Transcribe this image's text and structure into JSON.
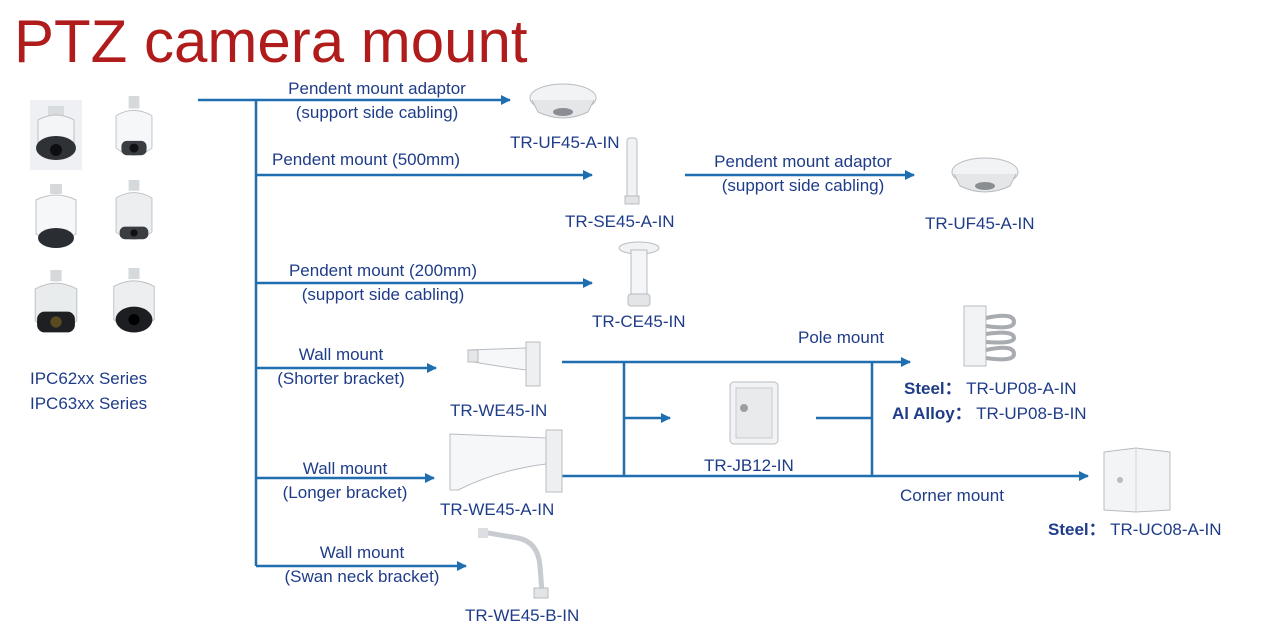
{
  "title": "PTZ camera mount",
  "camera": {
    "series": [
      "IPC62xx Series",
      "IPC63xx Series"
    ]
  },
  "branches": {
    "b1": {
      "line1": "Pendent  mount adaptor",
      "line2": "(support side cabling)",
      "code": "TR-UF45-A-IN"
    },
    "b2": {
      "line1": "Pendent  mount (500mm)",
      "code": "TR-SE45-A-IN"
    },
    "b2b": {
      "line1": "Pendent  mount adaptor",
      "line2": "(support side cabling)",
      "code": "TR-UF45-A-IN"
    },
    "b3": {
      "line1": "Pendent  mount (200mm)",
      "line2": "(support side cabling)",
      "code": "TR-CE45-IN"
    },
    "b4": {
      "line1": "Wall mount",
      "line2": "(Shorter bracket)",
      "code": "TR-WE45-IN"
    },
    "b5": {
      "line1": "Wall mount",
      "line2": "(Longer bracket)",
      "code": "TR-WE45-A-IN"
    },
    "b6": {
      "line1": "Wall mount",
      "line2": "(Swan neck bracket)",
      "code": "TR-WE45-B-IN"
    },
    "jb": {
      "code": "TR-JB12-IN"
    },
    "pole": {
      "label": "Pole mount",
      "steel_label": "Steel：",
      "steel_code": "TR-UP08-A-IN",
      "al_label": "Al Alloy：",
      "al_code": "TR-UP08-B-IN"
    },
    "corner": {
      "label": "Corner mount",
      "steel_label": "Steel：",
      "steel_code": "TR-UC08-A-IN"
    }
  },
  "colors": {
    "title": "#b01c1c",
    "line": "#1f6fb0",
    "text": "#1f3c88"
  }
}
